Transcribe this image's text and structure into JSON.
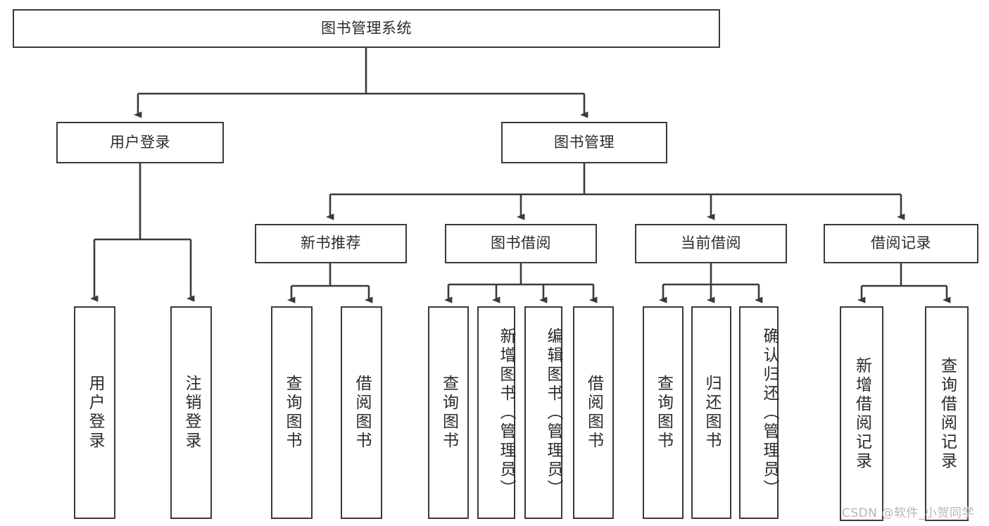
{
  "diagram": {
    "title": "图书管理系统",
    "type": "tree-hierarchy-diagram",
    "colors": {
      "stroke": "#3a3a3a",
      "background": "#ffffff",
      "text": "#2b2b2b",
      "watermark": "#b6b6b6"
    },
    "root": {
      "label": "图书管理系统"
    },
    "level2": [
      {
        "label": "用户登录"
      },
      {
        "label": "图书管理"
      }
    ],
    "level3": [
      {
        "label": "新书推荐"
      },
      {
        "label": "图书借阅"
      },
      {
        "label": "当前借阅"
      },
      {
        "label": "借阅记录"
      }
    ],
    "leaves": {
      "user_login": [
        {
          "label": "用户登录"
        },
        {
          "label": "注销登录"
        }
      ],
      "new_book_recommend": [
        {
          "label": "查询图书"
        },
        {
          "label": "借阅图书"
        }
      ],
      "book_borrow": [
        {
          "label": "查询图书"
        },
        {
          "label": "新增图书（管理员）"
        },
        {
          "label": "编辑图书（管理员）"
        },
        {
          "label": "借阅图书"
        }
      ],
      "current_borrow": [
        {
          "label": "查询图书"
        },
        {
          "label": "归还图书"
        },
        {
          "label": "确认归还（管理员）"
        }
      ],
      "borrow_record": [
        {
          "label": "新增借阅记录"
        },
        {
          "label": "查询借阅记录"
        }
      ]
    }
  },
  "watermark": {
    "text": "CSDN @软件_小贺同学"
  }
}
